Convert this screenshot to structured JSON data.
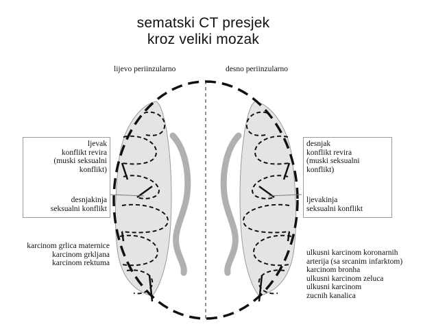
{
  "title": {
    "line1": "sematski CT presjek",
    "line2": "kroz veliki mozak"
  },
  "header_labels": {
    "left": "lijevo periinzularno",
    "right": "desno periinzularno"
  },
  "left_box": {
    "line1": "ljevak",
    "line2": "konflikt revira",
    "line3": "(muski seksualni",
    "line4": "konflikt)",
    "line5": "desnjakinja",
    "line6": "seksualni konflikt"
  },
  "right_box": {
    "line1": "desnjak",
    "line2": "konflikt revira",
    "line3": "(muski seksualni",
    "line4": "konflikt)",
    "line5": "ljevakinja",
    "line6": "seksualni konflikt"
  },
  "left_list": {
    "line1": "karcinom grlica maternice",
    "line2": "karcinom grkljana",
    "line3": "karcinom rektuma"
  },
  "right_list": {
    "line1": "ulkusni karcinom koronarnih",
    "line2": "arterija (sa srcanim infarktom)",
    "line3": "karcinom bronha",
    "line4": "ulkusni karcinom zeluca",
    "line5": "ulkusni karcinom",
    "line6": "zucnih kanalica"
  }
}
